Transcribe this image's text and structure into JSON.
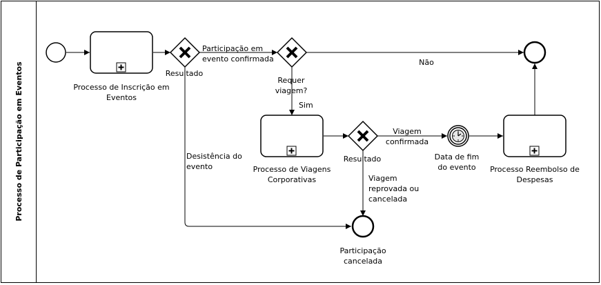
{
  "pool": {
    "label": "Processo de Participação em Eventos"
  },
  "tasks": {
    "inscricao": {
      "label_line1": "Processo de Inscrição em",
      "label_line2": "Eventos"
    },
    "viagens": {
      "label_line1": "Processo de Viagens",
      "label_line2": "Corporativas"
    },
    "reembolso": {
      "label_line1": "Processo Reembolso de",
      "label_line2": "Despesas"
    }
  },
  "gateways": {
    "resultado1": {
      "label": "Resultado"
    },
    "requer_viagem": {
      "label_line1": "Requer",
      "label_line2": "viagem?"
    },
    "resultado2": {
      "label": "Resultado"
    }
  },
  "events": {
    "timer": {
      "label_line1": "Data de fim",
      "label_line2": "do evento"
    },
    "cancelada": {
      "label_line1": "Participação",
      "label_line2": "cancelada"
    }
  },
  "flows": {
    "confirmada": {
      "label_line1": "Participação em",
      "label_line2": "evento confirmada"
    },
    "nao": {
      "label": "Não"
    },
    "sim": {
      "label": "Sim"
    },
    "desistencia": {
      "label_line1": "Desistência do",
      "label_line2": "evento"
    },
    "viagem_confirmada": {
      "label_line1": "Viagem",
      "label_line2": "confirmada"
    },
    "viagem_reprovada": {
      "label_line1": "Viagem",
      "label_line2": "reprovada ou",
      "label_line3": "cancelada"
    }
  },
  "colors": {
    "line": "#000000",
    "task_fill": "#ffffff",
    "canvas": "#ffffff"
  }
}
